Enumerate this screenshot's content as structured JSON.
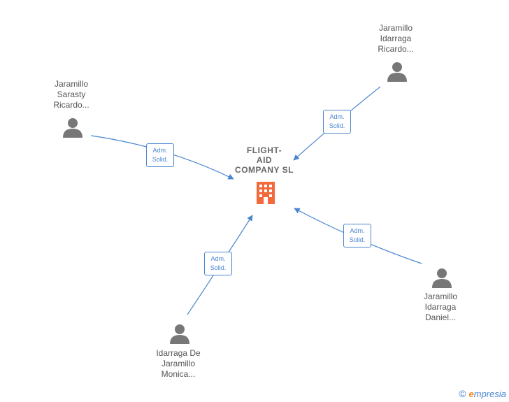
{
  "company": {
    "lines": [
      "FLIGHT-",
      "AID",
      "COMPANY  SL"
    ],
    "icon": "building-icon",
    "color": "#f26a3b"
  },
  "people": [
    {
      "lines": [
        "Jaramillo",
        "Sarasty",
        "Ricardo..."
      ],
      "icon": "person-icon"
    },
    {
      "lines": [
        "Jaramillo",
        "Idarraga",
        "Ricardo..."
      ],
      "icon": "person-icon"
    },
    {
      "lines": [
        "Jaramillo",
        "Idarraga",
        "Daniel..."
      ],
      "icon": "person-icon"
    },
    {
      "lines": [
        "Idarraga De",
        "Jaramillo",
        "Monica..."
      ],
      "icon": "person-icon"
    }
  ],
  "relations": [
    {
      "lines": [
        "Adm.",
        "Solid."
      ]
    },
    {
      "lines": [
        "Adm.",
        "Solid."
      ]
    },
    {
      "lines": [
        "Adm.",
        "Solid."
      ]
    },
    {
      "lines": [
        "Adm.",
        "Solid."
      ]
    }
  ],
  "brand": {
    "copyright": "©",
    "initial": "e",
    "name": "mpresia"
  },
  "colors": {
    "edge": "#4a86d0",
    "person": "#777777",
    "company": "#f26a3b"
  }
}
